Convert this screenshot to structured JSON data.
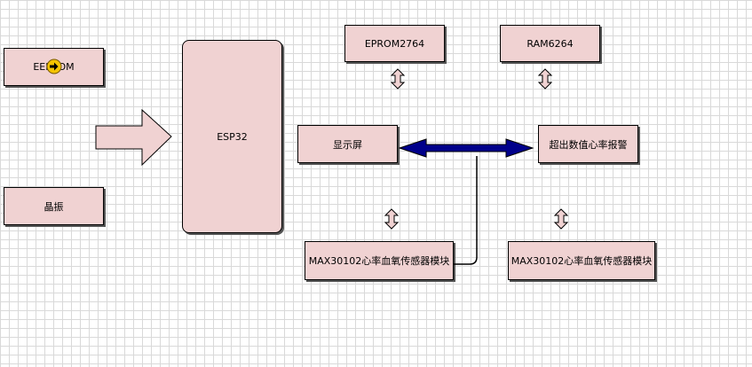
{
  "blocks": {
    "eeprom": "EEPROM",
    "crystal": "晶振",
    "esp32": "ESP32",
    "eprom": "EPROM2764",
    "ram": "RAM6264",
    "display": "显示屏",
    "alarm": "超出数值心率报警",
    "max_left": "MAX30102心率血氧传感器模块",
    "max_right": "MAX30102心率血氧传感器模块"
  },
  "icons": {
    "connector": "yellow-right-arrow-icon",
    "bus": "double-headed-bus-arrow-icon",
    "vertical": "vertical-double-arrow-icon",
    "input": "hollow-right-arrow-icon"
  },
  "colors": {
    "box_fill": "#f0d2d2",
    "bus_arrow": "#00008b",
    "grid": "#d9d9d9"
  }
}
